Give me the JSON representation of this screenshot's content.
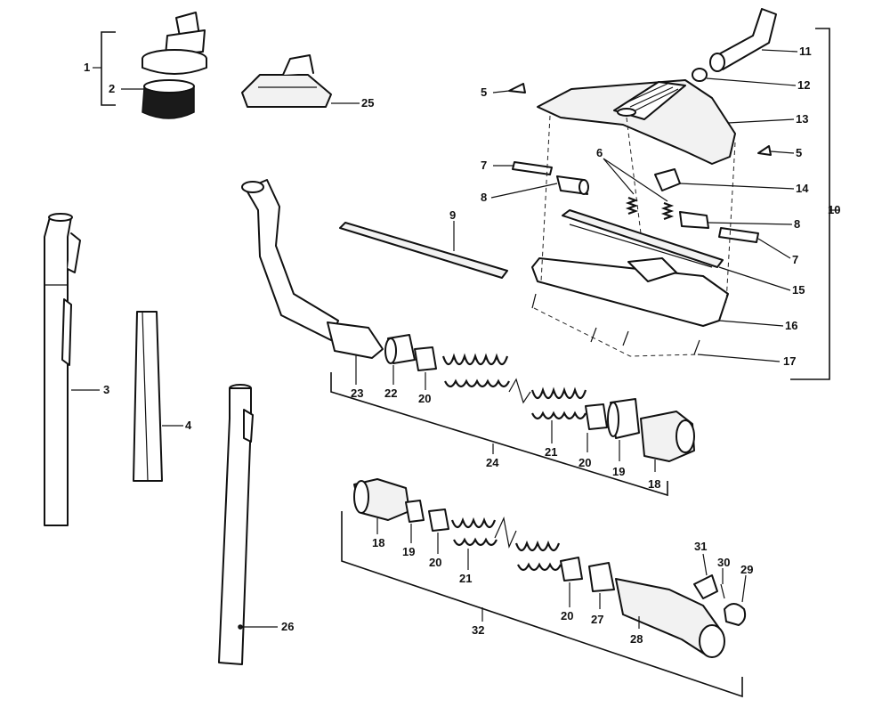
{
  "diagram": {
    "callouts": {
      "c1": "1",
      "c2": "2",
      "c3": "3",
      "c4": "4",
      "c5a": "5",
      "c5b": "5",
      "c6": "6",
      "c7a": "7",
      "c7b": "7",
      "c8a": "8",
      "c8b": "8",
      "c9": "9",
      "c10": "10",
      "c11": "11",
      "c12": "12",
      "c13": "13",
      "c14": "14",
      "c15": "15",
      "c16": "16",
      "c17": "17",
      "c18a": "18",
      "c18b": "18",
      "c19a": "19",
      "c19b": "19",
      "c20a": "20",
      "c20b": "20",
      "c20c": "20",
      "c20d": "20",
      "c21a": "21",
      "c21b": "21",
      "c22": "22",
      "c23": "23",
      "c24": "24",
      "c25": "25",
      "c26": "26",
      "c27": "27",
      "c28": "28",
      "c29": "29",
      "c30": "30",
      "c31": "31",
      "c32": "32"
    }
  }
}
